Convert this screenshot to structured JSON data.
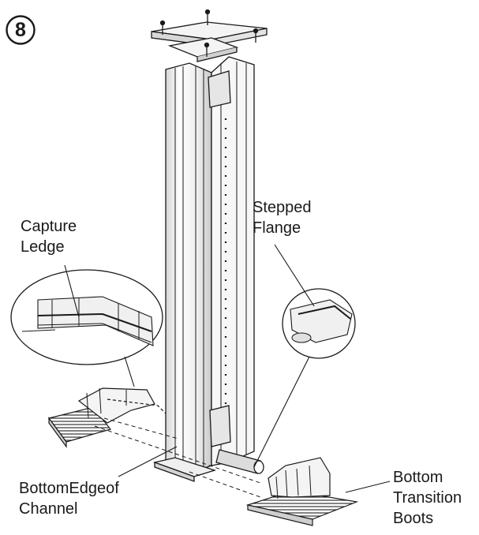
{
  "step": {
    "number": "8"
  },
  "callouts": {
    "capture_ledge": [
      "Capture",
      "Ledge"
    ],
    "stepped_flange": [
      "Stepped",
      "Flange"
    ],
    "bottom_edge": [
      "BottomEdgeof",
      "Channel"
    ],
    "transition_boots": [
      "Bottom",
      "Transition",
      "Boots"
    ]
  },
  "icons": {
    "step_badge": "circled-number",
    "column": "extruded-channel-column",
    "top_bracket": "mounting-bracket",
    "left_boot": "transition-boot",
    "right_boot": "transition-boot",
    "capture_detail": "magnified-detail-circle",
    "flange_detail": "magnified-detail-circle"
  },
  "colors": {
    "ink": "#1a1a1a",
    "fill": "#f2f2f2",
    "shade": "#cfcfcf"
  }
}
